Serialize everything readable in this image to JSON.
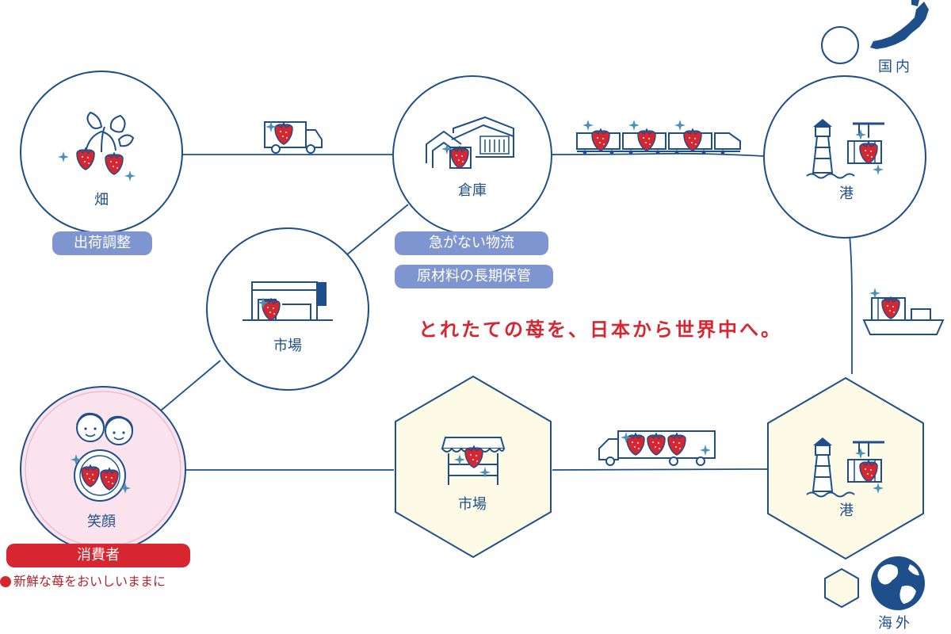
{
  "nodes": {
    "field": "畑",
    "warehouse": "倉庫",
    "domestic_port": "港",
    "domestic_market": "市場",
    "consumer": "笑顔",
    "overseas_market": "市場",
    "overseas_port": "港"
  },
  "tags": {
    "shipment_adjustment": "出荷調整",
    "non_urgent_logistics": "急がない物流",
    "raw_material_storage": "原材料の長期保管",
    "consumer": "消費者"
  },
  "note": "新鮮な苺をおいしいままに",
  "slogan": "とれたての苺を、日本から世界中へ。",
  "legend": {
    "domestic": "国内",
    "overseas": "海外"
  },
  "icons": {
    "field": "strawberry-plant-icon",
    "warehouse": "warehouse-icon",
    "port": "lighthouse-crane-icon",
    "market": "market-store-icon",
    "consumer": "children-faces-icon",
    "stall": "market-stall-icon",
    "truck": "delivery-truck-icon",
    "train": "freight-train-icon",
    "ship": "cargo-ship-icon",
    "japan": "japan-map-icon",
    "globe": "globe-icon"
  },
  "colors": {
    "line": "#1f4f8a",
    "strawberry": "#d7262f",
    "domestic_fill": "#ffffff",
    "overseas_fill": "#fdfbe6",
    "consumer_fill": "#fbe3ee",
    "tag_blue": "#7f95cf",
    "tag_red": "#d7262f"
  }
}
